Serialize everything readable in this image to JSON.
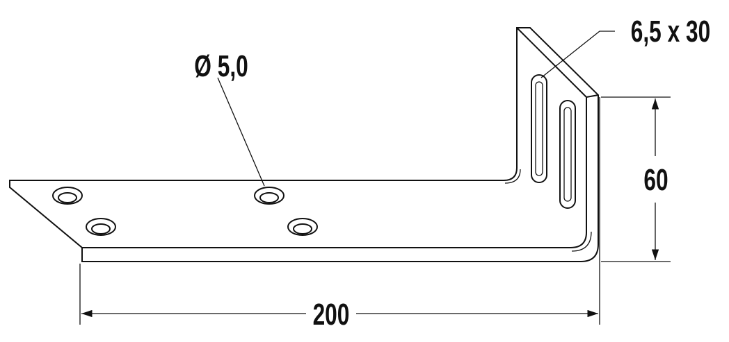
{
  "drawing": {
    "hole_label": "Ø 5,0",
    "slot_label": "6,5 x 30",
    "length_label": "200",
    "height_label": "60",
    "line_color": "#111111"
  }
}
